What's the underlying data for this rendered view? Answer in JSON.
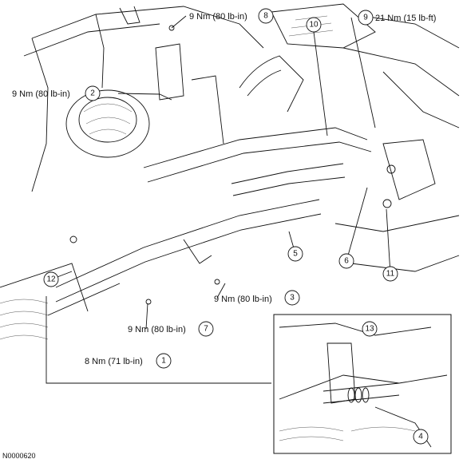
{
  "figure_id": "N0000620",
  "callouts": [
    {
      "num": "1",
      "torque": "8 Nm (71 lb-in)"
    },
    {
      "num": "2",
      "torque": "9 Nm (80 lb-in)"
    },
    {
      "num": "3",
      "torque": "9 Nm (80 lb-in)"
    },
    {
      "num": "4",
      "torque": ""
    },
    {
      "num": "5",
      "torque": ""
    },
    {
      "num": "6",
      "torque": ""
    },
    {
      "num": "7",
      "torque": "9 Nm (80 lb-in)"
    },
    {
      "num": "8",
      "torque": "9 Nm (80 lb-in)"
    },
    {
      "num": "9",
      "torque": "21 Nm (15 lb-ft)"
    },
    {
      "num": "10",
      "torque": ""
    },
    {
      "num": "11",
      "torque": ""
    },
    {
      "num": "12",
      "torque": ""
    },
    {
      "num": "13",
      "torque": ""
    }
  ]
}
